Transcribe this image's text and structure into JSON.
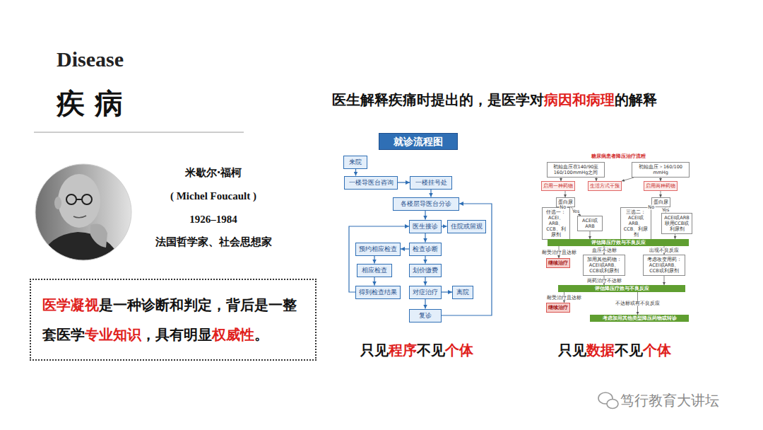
{
  "diagram": {
    "nodes": [
      {
        "text": [
          "医学凝视",
          "是一种诊断和判定，背后是一整套医学",
          "专业知识",
          "，具有明显",
          "权威性",
          "。"
        ]
      },
      {
        "text": [
          "就诊流程图"
        ]
      },
      {
        "text": [
          "来院"
        ]
      },
      {
        "text": [
          "一楼导医台咨询"
        ]
      },
      {
        "text": [
          "一楼挂号处"
        ]
      },
      {
        "text": [
          "各楼层导医台分诊"
        ]
      },
      {
        "text": [
          "医生接诊"
        ]
      },
      {
        "text": [
          "住院或留观"
        ]
      },
      {
        "text": [
          "预约相应检查"
        ]
      },
      {
        "text": [
          "检查诊断"
        ]
      },
      {
        "text": [
          "相应检查"
        ]
      },
      {
        "text": [
          "划价缴费"
        ]
      },
      {
        "text": [
          "得到检查结果"
        ]
      },
      {
        "text": [
          "对症治疗"
        ]
      },
      {
        "text": [
          "离院"
        ]
      },
      {
        "text": [
          "复诊"
        ]
      },
      {
        "text": [
          "初始血压在140/90至160/100mmHg之间"
        ]
      },
      {
        "text": [
          "初始血压＞160/100 mmHg"
        ]
      },
      {
        "text": [
          "启用一种药物"
        ]
      },
      {
        "text": [
          "生活方式干预"
        ]
      },
      {
        "text": [
          "启用两种药物"
        ]
      },
      {
        "text": [
          "蛋白尿"
        ]
      },
      {
        "text": [
          "蛋白尿"
        ]
      },
      {
        "text": [
          "任选一：ACEI、ARB、CCB、利尿剂"
        ]
      },
      {
        "text": [
          "ACEI或ARB"
        ]
      },
      {
        "text": [
          "三选二：ACEI或ARB、CCB、利尿剂"
        ]
      },
      {
        "text": [
          "ACEI或ARB联用CCB或利尿剂"
        ]
      },
      {
        "text": [
          "评估降压疗效与不良反应"
        ]
      },
      {
        "text": [
          "继续治疗"
        ]
      },
      {
        "text": [
          "加用其他药物：ACEI或ARB、CCB或利尿剂"
        ]
      },
      {
        "text": [
          "考虑改变用药：ACEI或ARB、CCB或利尿剂"
        ]
      },
      {
        "text": [
          "评估降压疗效与不良反应"
        ]
      },
      {
        "text": [
          "继续治疗"
        ]
      },
      {
        "text": [
          "考虑加用其他类型降压药物或转诊"
        ]
      }
    ],
    "edges": [
      {
        "from": 2,
        "to": 3,
        "arrow": "to"
      },
      {
        "from": 3,
        "to": 4,
        "arrow": "to"
      },
      {
        "from": 4,
        "to": 5,
        "arrow": "to"
      },
      {
        "from": 5,
        "to": 6,
        "arrow": "to"
      },
      {
        "from": 6,
        "to": 7,
        "arrow": "to"
      },
      {
        "from": 6,
        "to": 9,
        "arrow": "to"
      },
      {
        "from": 9,
        "to": 8,
        "arrow": "to"
      },
      {
        "from": 8,
        "to": 10,
        "arrow": "to"
      },
      {
        "from": 10,
        "to": 12,
        "arrow": "to"
      },
      {
        "from": 9,
        "to": 11,
        "arrow": "to"
      },
      {
        "from": 11,
        "to": 13,
        "arrow": "to"
      },
      {
        "from": 12,
        "to": 6,
        "arrow": "to"
      },
      {
        "from": 13,
        "to": 14,
        "arrow": "to"
      },
      {
        "from": 13,
        "to": 15,
        "arrow": "to"
      },
      {
        "from": 15,
        "to": 5,
        "arrow": "to"
      },
      {
        "from": 16,
        "to": 18,
        "arrow": "to"
      },
      {
        "from": 16,
        "to": 19,
        "arrow": "to"
      },
      {
        "from": 17,
        "to": 19,
        "arrow": "to"
      },
      {
        "from": 17,
        "to": 20,
        "arrow": "to"
      },
      {
        "from": 18,
        "to": 21,
        "arrow": "to"
      },
      {
        "from": 20,
        "to": 22,
        "arrow": "to"
      },
      {
        "from": 21,
        "to": 23,
        "label": "No",
        "arrow": "to"
      },
      {
        "from": 21,
        "to": 24,
        "label": "Yes",
        "arrow": "to"
      },
      {
        "from": 22,
        "to": 25,
        "label": "No",
        "arrow": "to"
      },
      {
        "from": 22,
        "to": 26,
        "label": "Yes",
        "arrow": "to"
      },
      {
        "from": 23,
        "to": 27,
        "arrow": "to"
      },
      {
        "from": 24,
        "to": 27,
        "arrow": "to"
      },
      {
        "from": 25,
        "to": 27,
        "arrow": "to"
      },
      {
        "from": 26,
        "to": 27,
        "arrow": "to"
      },
      {
        "from": 27,
        "to": 28,
        "label": "耐受治疗且达标",
        "arrow": "to"
      },
      {
        "from": 27,
        "to": 29,
        "label": "血压不达标",
        "arrow": "to"
      },
      {
        "from": 27,
        "to": 30,
        "label": "出现不良反应",
        "arrow": "to"
      },
      {
        "from": 29,
        "to": 31,
        "label": "两药治疗不达标",
        "arrow": "to"
      },
      {
        "from": 30,
        "to": 31,
        "arrow": "to"
      },
      {
        "from": 31,
        "to": 32,
        "label": "耐受治疗且达标",
        "arrow": "to"
      },
      {
        "from": 31,
        "to": 33,
        "label": "不达标或有不良反应",
        "arrow": "to"
      }
    ],
    "labels": [
      "Disease",
      "疾 病",
      "米歇尔·福柯",
      "( Michel Foucault )",
      "1926–1984",
      "法国哲学家、社会思想家",
      "医生解释疾痛时提出的，是医学对",
      "病因和病理",
      "的解释",
      "只见",
      "程序",
      "不见",
      "个体",
      "只见",
      "数据",
      "不见",
      "个体",
      "糖尿病患者降压治疗流程",
      "笃行教育大讲坛"
    ]
  }
}
